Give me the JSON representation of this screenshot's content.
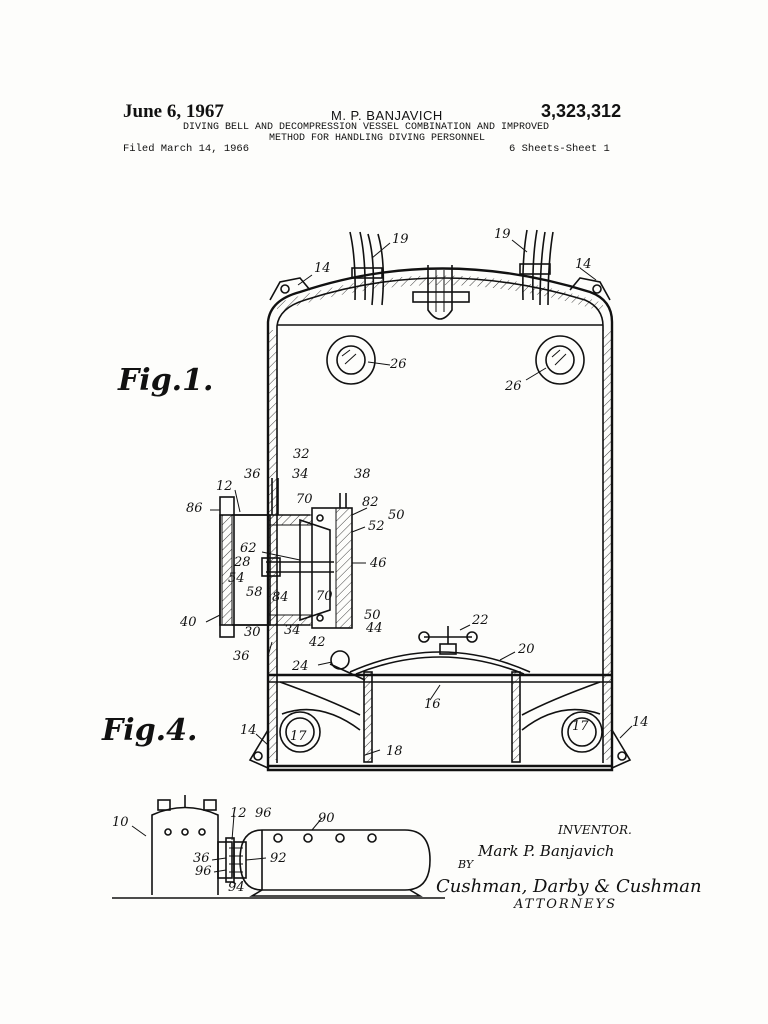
{
  "header": {
    "date": "June 6, 1967",
    "inventor_name": "M. P. BANJAVICH",
    "patent_number": "3,323,312",
    "title_line1": "DIVING BELL AND DECOMPRESSION VESSEL COMBINATION AND IMPROVED",
    "title_line2": "METHOD FOR HANDLING DIVING PERSONNEL",
    "filed": "Filed March 14, 1966",
    "sheets": "6 Sheets-Sheet 1"
  },
  "figures": {
    "fig1": "Fig.1.",
    "fig4": "Fig.4."
  },
  "labels": {
    "l19a": "19",
    "l19b": "19",
    "l14a": "14",
    "l14b": "14",
    "l14c": "14",
    "l14d": "14",
    "l26a": "26",
    "l26b": "26",
    "l32": "32",
    "l36a": "36",
    "l34a": "34",
    "l38": "38",
    "l12a": "12",
    "l86": "86",
    "l70a": "70",
    "l82": "82",
    "l50a": "50",
    "l52": "52",
    "l62": "62",
    "l28": "28",
    "l46": "46",
    "l54": "54",
    "l58": "58",
    "l84": "84",
    "l70b": "70",
    "l50b": "50",
    "l40": "40",
    "l30": "30",
    "l34b": "34",
    "l42": "42",
    "l44": "44",
    "l22": "22",
    "l36b": "36",
    "l20": "20",
    "l24": "24",
    "l16": "16",
    "l17a": "17",
    "l17b": "17",
    "l18": "18",
    "l10": "10",
    "l12b": "12",
    "l96a": "96",
    "l90": "90",
    "l36c": "36",
    "l96b": "96",
    "l92": "92",
    "l94": "94"
  },
  "signature": {
    "inventor_caption": "INVENTOR.",
    "inventor_signature": "Mark P. Banjavich",
    "by": "BY",
    "attorney_signature": "Cushman, Darby & Cushman",
    "attorneys": "ATTORNEYS"
  }
}
